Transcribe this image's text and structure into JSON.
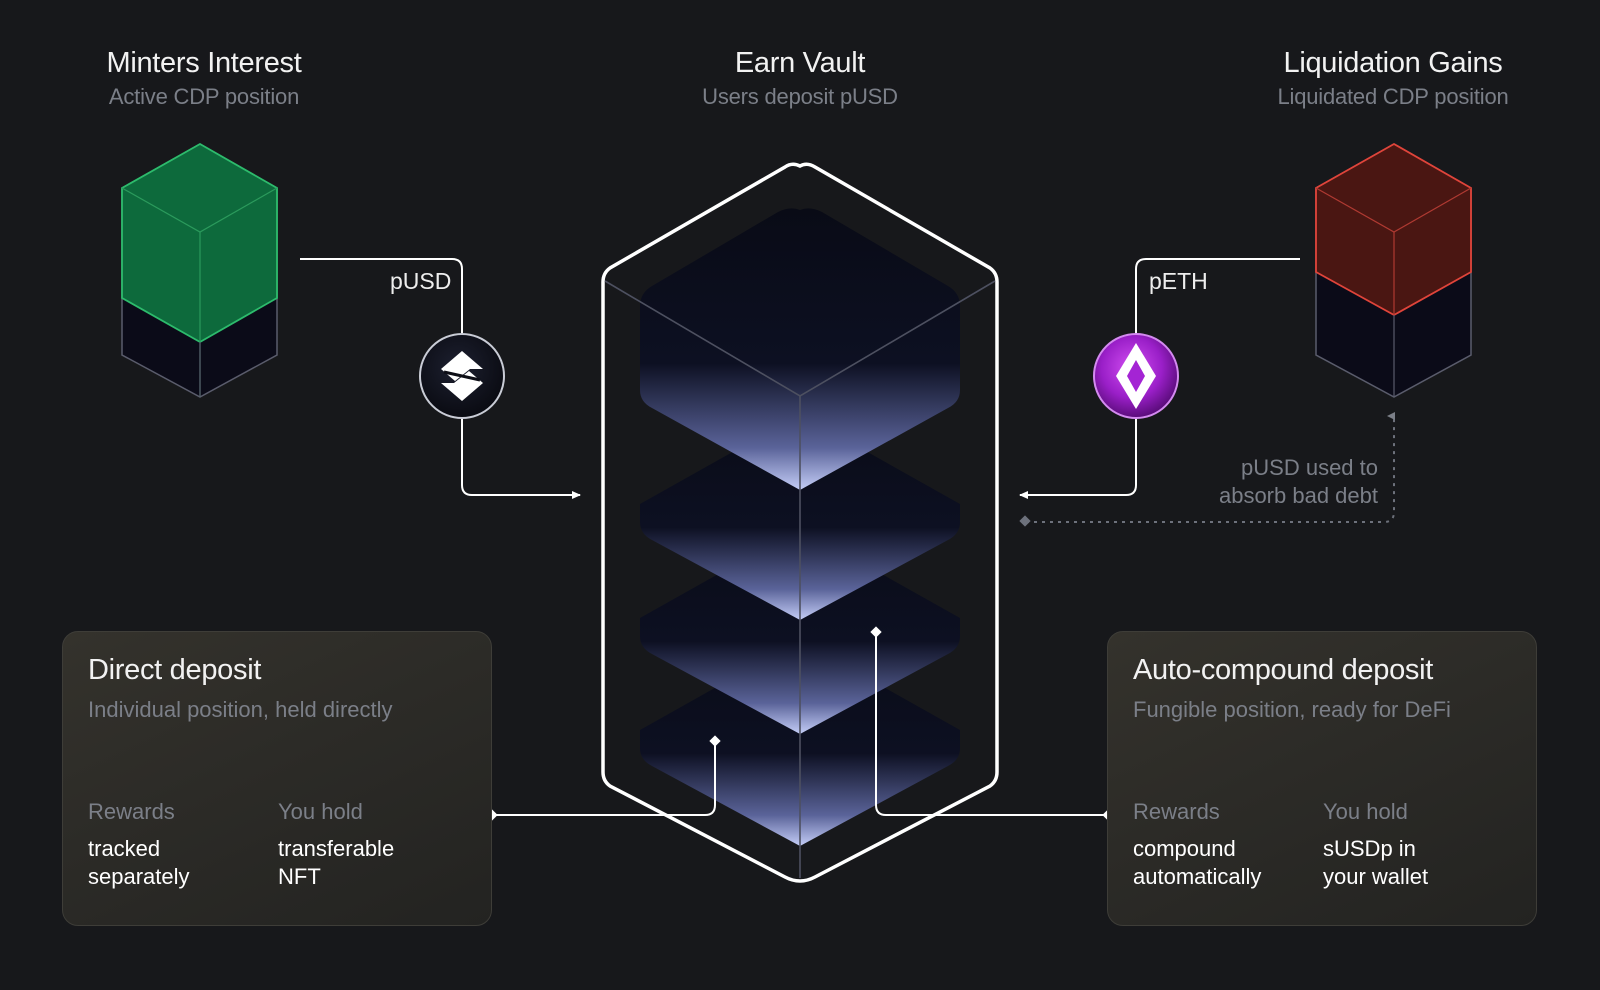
{
  "minters": {
    "title": "Minters Interest",
    "subtitle": "Active CDP position"
  },
  "vault": {
    "title": "Earn Vault",
    "subtitle": "Users deposit pUSD"
  },
  "liquidation": {
    "title": "Liquidation Gains",
    "subtitle": "Liquidated CDP position"
  },
  "flows": {
    "pusd_label": "pUSD",
    "peth_label": "pETH",
    "bad_debt_line1": "pUSD used to",
    "bad_debt_line2": "absorb bad debt"
  },
  "direct_deposit": {
    "title": "Direct deposit",
    "subtitle": "Individual position, held directly",
    "col1_label": "Rewards",
    "col1_line1": "tracked",
    "col1_line2": "separately",
    "col2_label": "You hold",
    "col2_line1": "transferable",
    "col2_line2": "NFT"
  },
  "auto_compound": {
    "title": "Auto-compound deposit",
    "subtitle": "Fungible position, ready for DeFi",
    "col1_label": "Rewards",
    "col1_line1": "compound",
    "col1_line2": "automatically",
    "col2_label": "You hold",
    "col2_line1": "sUSDp in",
    "col2_line2": "your wallet"
  },
  "icons": {
    "pusd_token": "pusd-token-icon",
    "peth_token": "peth-token-icon",
    "green_cube": "cdp-active-cube-icon",
    "red_cube": "cdp-liquidated-cube-icon",
    "vault_stack": "vault-stack-icon"
  },
  "colors": {
    "background": "#17181b",
    "active_green": "#0c6a3c",
    "liquidated_red": "#4a1612",
    "vault_glow": "#9aa6e6",
    "peth_purple": "#a424d4"
  }
}
